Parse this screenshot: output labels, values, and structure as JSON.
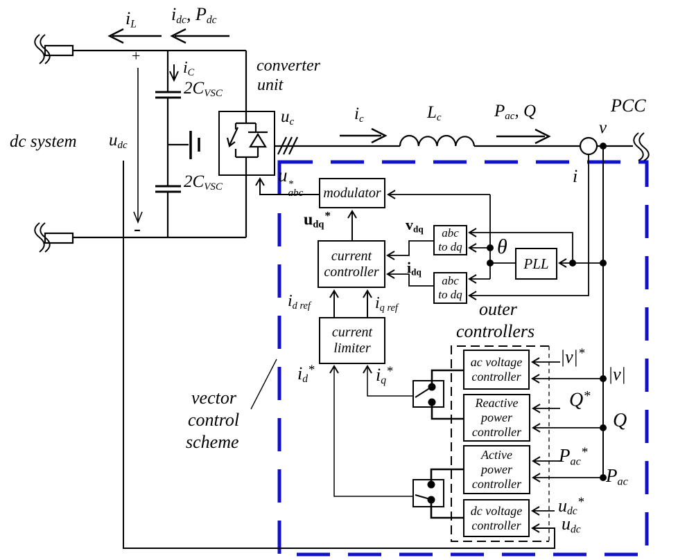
{
  "figure": {
    "type": "vsc-vector-control-block-diagram",
    "colors": {
      "border_blue": "#1111CC",
      "line_black": "#000000",
      "background": "#FFFFFF"
    }
  },
  "labels": {
    "dc_system": "dc system",
    "i_L": {
      "base": "i",
      "sub": "L"
    },
    "i_dc_P_dc": {
      "base1": "i",
      "sub1": "dc",
      "sep": ", ",
      "base2": "P",
      "sub2": "dc"
    },
    "plus": "+",
    "minus": "-",
    "i_C": {
      "base": "i",
      "sub": "C"
    },
    "cap_top": {
      "base": "2C",
      "sub": "VSC"
    },
    "cap_bottom": {
      "base": "2C",
      "sub": "VSC"
    },
    "u_dc_side": {
      "base": "u",
      "sub": "dc"
    },
    "converter_unit": {
      "line1": "converter",
      "line2": "unit"
    },
    "u_c": {
      "base": "u",
      "sub": "c"
    },
    "i_c": {
      "base": "i",
      "sub": "c"
    },
    "L_c": {
      "base": "L",
      "sub": "c"
    },
    "P_ac_Q": {
      "base": "P",
      "sub": "ac",
      "rest": ", Q"
    },
    "PCC": "PCC",
    "v": "v",
    "i": "i",
    "u_abc_ref": {
      "base": "u",
      "sup": "*",
      "sub": "abc"
    },
    "u_dq_ref": {
      "base": "u",
      "sub": "dq",
      "star": "*"
    },
    "v_dq": {
      "base": "v",
      "sub": "dq"
    },
    "i_dq": {
      "base": "i",
      "sub": "dq"
    },
    "theta": "θ",
    "i_d_ref": {
      "base": "i",
      "sub": "d ref"
    },
    "i_q_ref": {
      "base": "i",
      "sub": "q ref"
    },
    "i_d_star": {
      "base": "i",
      "sub": "d",
      "star": "*"
    },
    "i_q_star": {
      "base": "i",
      "sub": "q",
      "star": "*"
    },
    "outer_controllers": {
      "line1": "outer",
      "line2": "controllers"
    },
    "vector_control_scheme": {
      "line1": "vector",
      "line2": "control",
      "line3": "scheme"
    },
    "v_abs_ref": {
      "base": "|v|",
      "star": "*"
    },
    "v_abs": "|v|",
    "Q_ref": {
      "base": "Q",
      "star": "*"
    },
    "Q": "Q",
    "P_ac_ref": {
      "base": "P",
      "sub": "ac",
      "star": "*"
    },
    "P_ac": {
      "base": "P",
      "sub": "ac"
    },
    "u_dc_ref": {
      "base": "u",
      "sub": "dc",
      "star": "*"
    },
    "u_dc_meas": {
      "base": "u",
      "sub": "dc"
    }
  },
  "blocks": {
    "modulator": {
      "lines": [
        "modulator"
      ]
    },
    "current_controller": {
      "lines": [
        "current",
        "controller"
      ]
    },
    "abc_to_dq_v": {
      "lines": [
        "abc",
        "to dq"
      ]
    },
    "abc_to_dq_i": {
      "lines": [
        "abc",
        "to dq"
      ]
    },
    "pll": {
      "lines": [
        "PLL"
      ]
    },
    "current_limiter": {
      "lines": [
        "current",
        "limiter"
      ]
    },
    "ac_voltage_controller": {
      "lines": [
        "ac voltage",
        "controller"
      ]
    },
    "reactive_power_controller": {
      "lines": [
        "Reactive",
        "power",
        "controller"
      ]
    },
    "active_power_controller": {
      "lines": [
        "Active",
        "power",
        "controller"
      ]
    },
    "dc_voltage_controller": {
      "lines": [
        "dc voltage",
        "controller"
      ]
    }
  }
}
